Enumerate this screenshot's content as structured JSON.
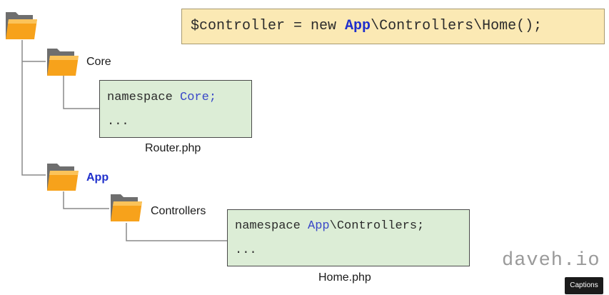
{
  "statement": {
    "prefix": "$controller = new ",
    "keyword": "App",
    "suffix": "\\Controllers\\Home();"
  },
  "tree": {
    "core_folder_label": "Core",
    "app_folder_label": "App",
    "controllers_folder_label": "Controllers"
  },
  "router_file": {
    "code_keyword": "namespace ",
    "code_namespace": "Core;",
    "code_ellipsis": "...",
    "filename": "Router.php"
  },
  "home_file": {
    "code_keyword": "namespace ",
    "code_ns_highlight": "App",
    "code_ns_rest": "\\Controllers;",
    "code_ellipsis": "...",
    "filename": "Home.php"
  },
  "watermark": "daveh.io",
  "captions_button": "Captions",
  "colors": {
    "folder_back": "#6e6e6e",
    "folder_front": "#f7a21b",
    "code_background": "#dcedd6",
    "statement_background": "#fbe9b4",
    "highlight_blue": "#1f2fcc"
  },
  "icons": {
    "folder": "folder-icon"
  }
}
